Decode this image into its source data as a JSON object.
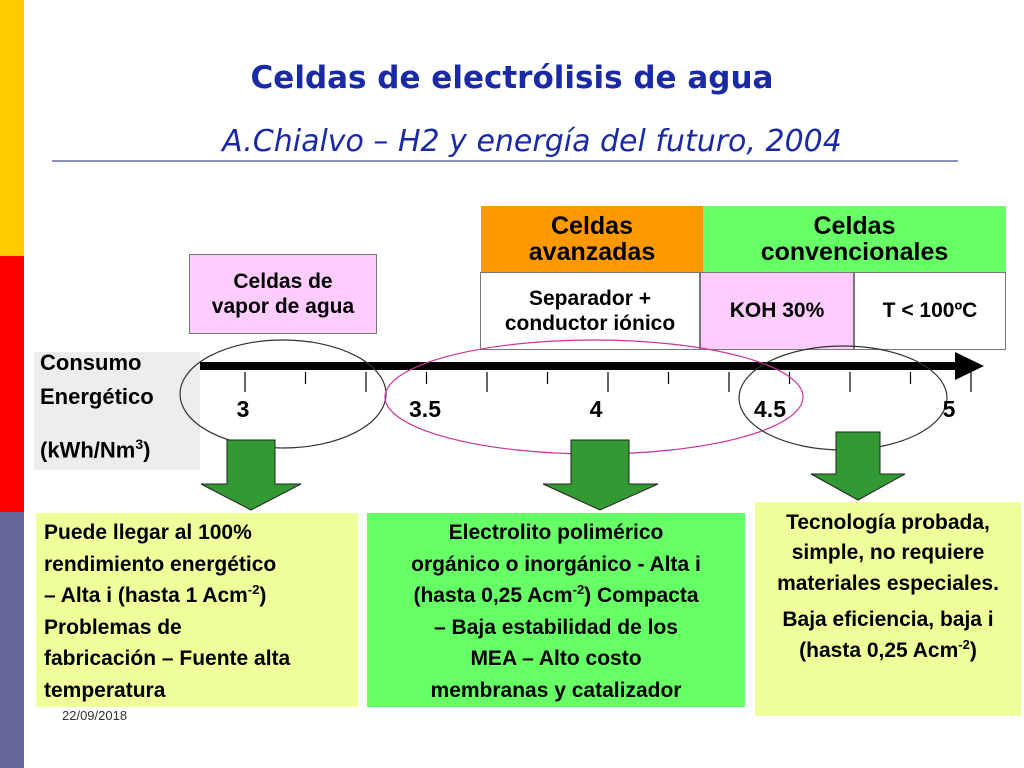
{
  "title": "Celdas de electrólisis de agua",
  "subtitle": "A.Chialvo – H2 y energía del futuro, 2004",
  "headers": {
    "avanzadas": [
      "Celdas",
      "avanzadas"
    ],
    "convencionales": [
      "Celdas",
      "convencionales"
    ]
  },
  "boxes": {
    "vapor": [
      "Celdas de",
      "vapor de agua"
    ],
    "separador": [
      "Separador +",
      "conductor iónico"
    ],
    "koh": "KOH 30%",
    "temp": "T < 100ºC"
  },
  "axis": {
    "label_line1": "Consumo",
    "label_line2": "Energético",
    "label_unit_pre": "(kWh/Nm",
    "label_unit_sup": "3",
    "label_unit_post": ")",
    "ticks": [
      "3",
      "3.5",
      "4",
      "4.5",
      "5"
    ]
  },
  "descriptions": {
    "vapor": {
      "l1": "Puede llegar al 100%",
      "l2": "rendimiento energético",
      "l3_pre": "– Alta i (hasta 1 Acm",
      "l3_sup": "-2",
      "l3_post": ")",
      "l4": "Problemas de",
      "l5": "fabricación – Fuente alta",
      "l6": "temperatura"
    },
    "avanzadas": {
      "l1": "Electrolito polimérico",
      "l2": "orgánico o inorgánico - Alta i",
      "l3_pre": "(hasta 0,25 Acm",
      "l3_sup": "-2",
      "l3_post": ") Compacta",
      "l4": "– Baja estabilidad de los",
      "l5": "MEA – Alto costo",
      "l6": "membranas y catalizador"
    },
    "convencionales": {
      "p1": "Tecnología probada, simple, no requiere materiales especiales.",
      "p2_pre": "Baja eficiencia, baja i (hasta 0,25 Acm",
      "p2_sup": "-2",
      "p2_post": ")"
    }
  },
  "date": "22/09/2018",
  "colors": {
    "title": "#1a2aa6",
    "sidebar_top": "#ffcc00",
    "sidebar_mid": "#ff0000",
    "sidebar_bottom": "#666699",
    "orange": "#ff9900",
    "green": "#66ff66",
    "pink": "#ffccff",
    "yellow": "#f0ff99",
    "arrow_green": "#339933"
  }
}
